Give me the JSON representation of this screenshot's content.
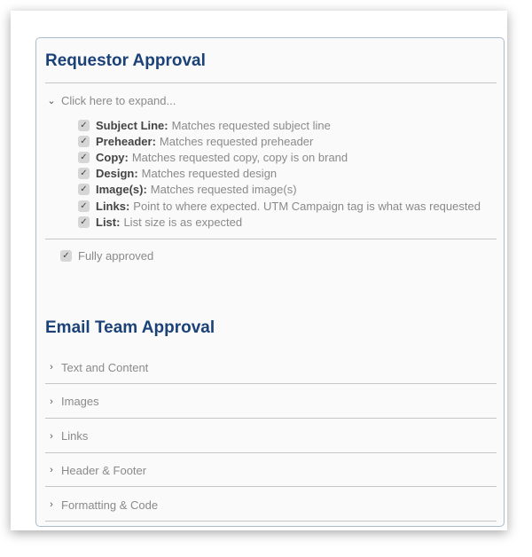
{
  "requestor": {
    "title": "Requestor Approval",
    "expand_label": "Click here to expand...",
    "items": [
      {
        "label": "Subject Line:",
        "text": "Matches requested subject line",
        "checked": true
      },
      {
        "label": "Preheader:",
        "text": "Matches requested preheader",
        "checked": true
      },
      {
        "label": "Copy:",
        "text": "Matches requested copy, copy is on brand",
        "checked": true
      },
      {
        "label": "Design:",
        "text": "Matches requested design",
        "checked": true
      },
      {
        "label": "Image(s):",
        "text": "Matches requested image(s)",
        "checked": true
      },
      {
        "label": "Links:",
        "text": "Point to where expected. UTM Campaign tag is what was requested",
        "checked": true
      },
      {
        "label": "List:",
        "text": "List size is as expected",
        "checked": true
      }
    ],
    "fully_approved": {
      "label": "Fully approved",
      "checked": true
    }
  },
  "email_team": {
    "title": "Email Team Approval",
    "sections": [
      "Text and Content",
      "Images",
      "Links",
      "Header & Footer",
      "Formatting & Code"
    ]
  },
  "colors": {
    "title": "#1b4278",
    "border": "#a9bccf"
  }
}
